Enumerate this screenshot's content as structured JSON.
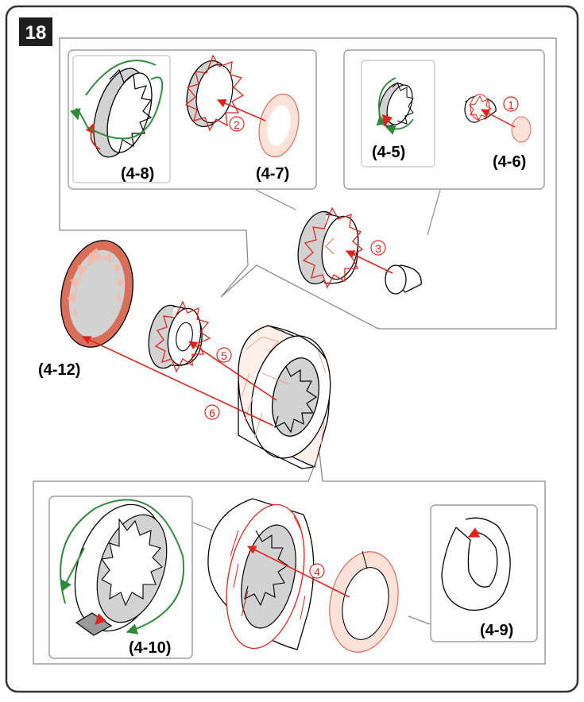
{
  "step_number": "18",
  "labels": {
    "p4_5": "(4-5)",
    "p4_6": "(4-6)",
    "p4_7": "(4-7)",
    "p4_8": "(4-8)",
    "p4_9": "(4-9)",
    "p4_10": "(4-10)",
    "p4_12": "(4-12)"
  },
  "steps": {
    "s1": "1",
    "s2": "2",
    "s3": "3",
    "s4": "4",
    "s5": "5",
    "s6": "6"
  },
  "colors": {
    "frame": "#333333",
    "callout": "#888888",
    "glue_red": "#e0241b",
    "glue_fill": "#f3b9a9",
    "part_fill": "#d96f59",
    "gray": "#d2d2d2",
    "green_arrow": "#2e8b3a"
  },
  "icons": {
    "rotate": "curved-rotation-arrow",
    "glue": "glue-tab",
    "insert": "insert-arrow"
  }
}
